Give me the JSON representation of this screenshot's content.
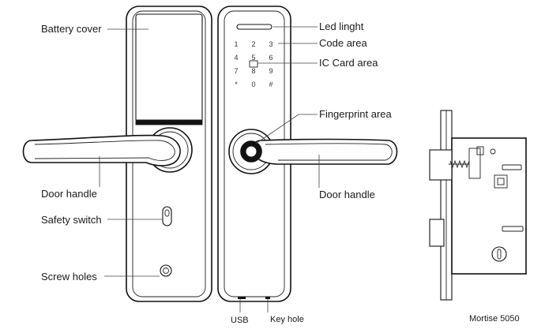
{
  "labels": {
    "battery_cover": "Battery cover",
    "door_handle_left": "Door handle",
    "safety_switch": "Safety switch",
    "screw_holes": "Screw holes",
    "led_light": "Led linght",
    "code_area": "Code area",
    "ic_card_area": "IC Card area",
    "fingerprint_area": "Fingerprint area",
    "door_handle_right": "Door handle",
    "usb": "USB",
    "key_hole": "Key hole",
    "mortise": "Mortise 5050"
  },
  "keypad": {
    "keys": [
      "1",
      "2",
      "3",
      "4",
      "5",
      "6",
      "7",
      "8",
      "9",
      "*",
      "0",
      "#"
    ]
  }
}
